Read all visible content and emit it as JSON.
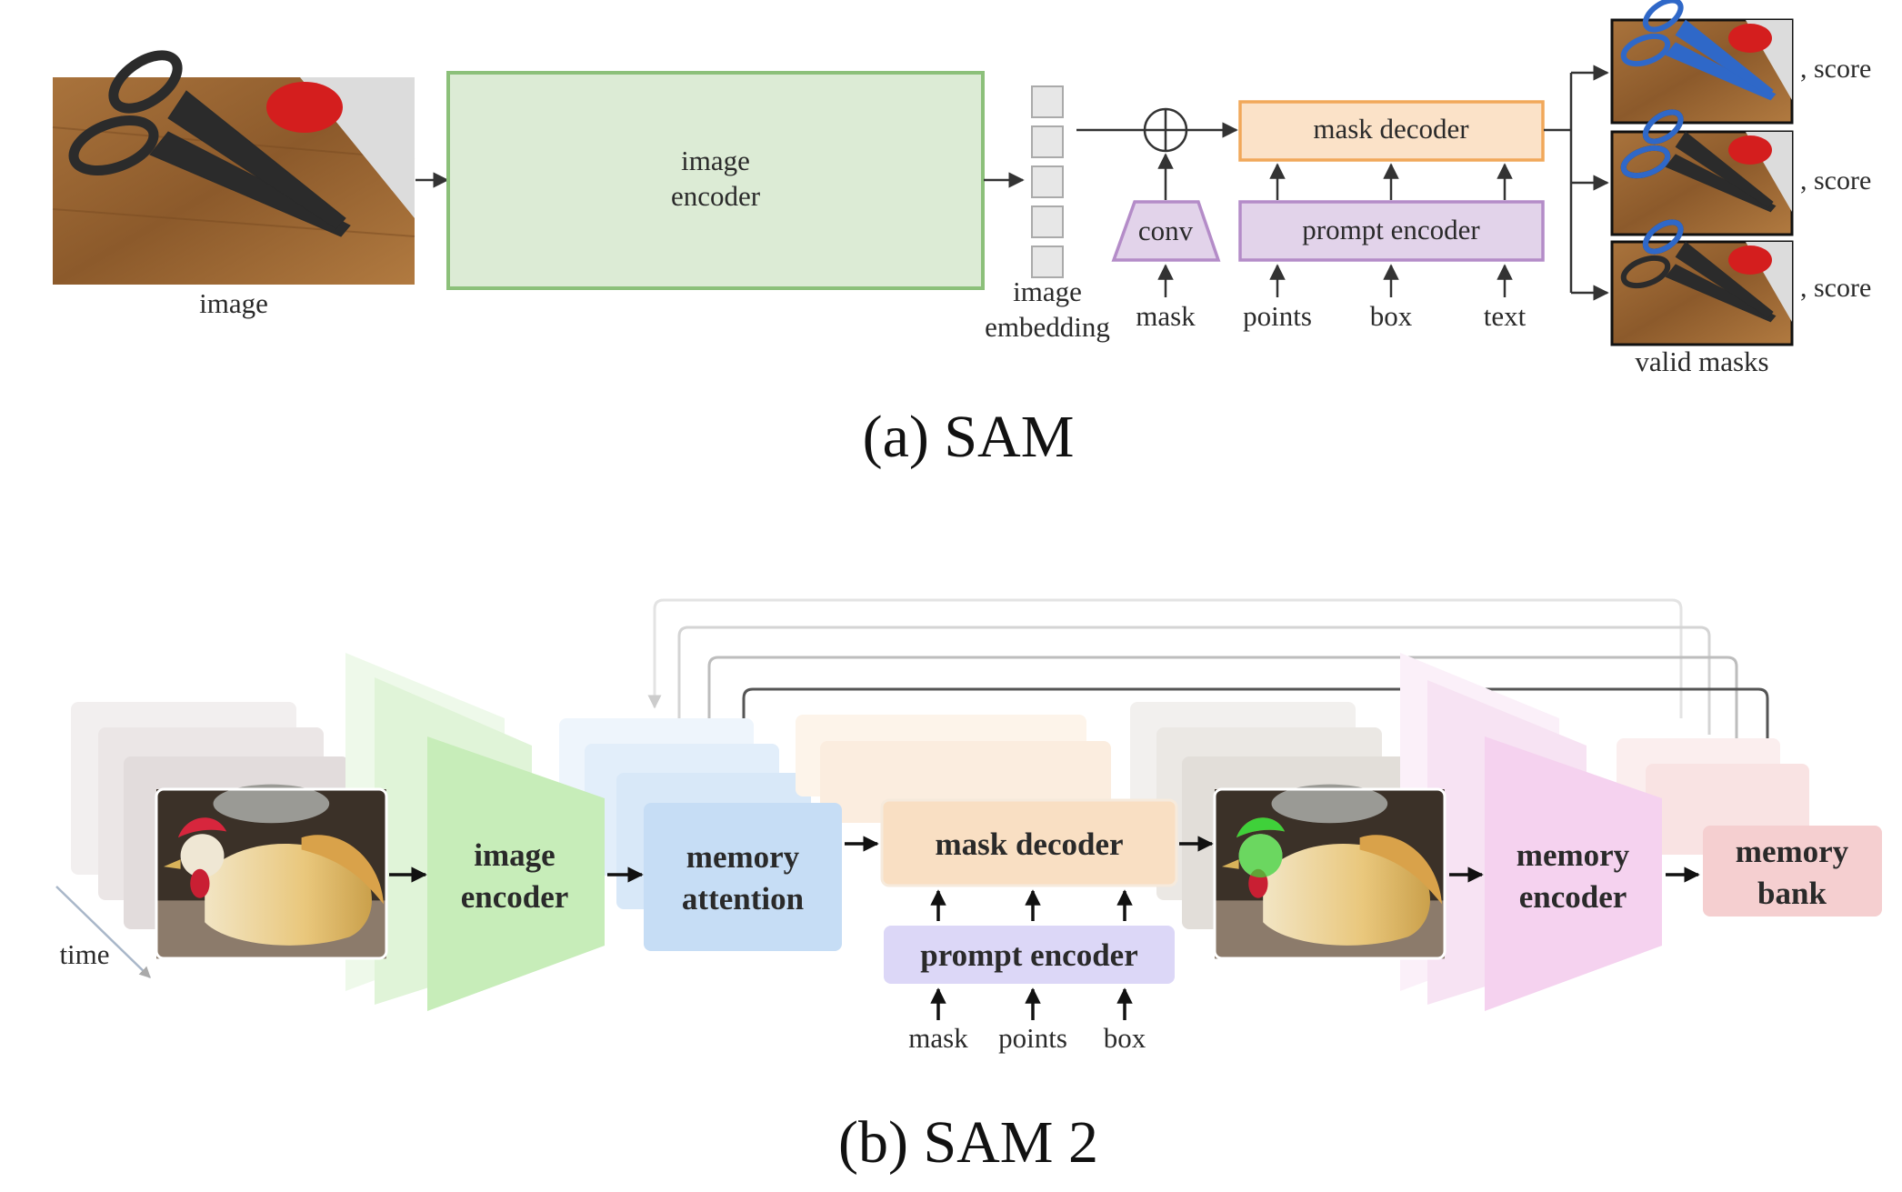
{
  "sam": {
    "caption": "(a) SAM",
    "image_label": "image",
    "image_encoder": [
      "image",
      "encoder"
    ],
    "embedding_label": [
      "image",
      "embedding"
    ],
    "conv": "conv",
    "mask_decoder": "mask decoder",
    "prompt_encoder": "prompt encoder",
    "inputs": {
      "mask": "mask",
      "points": "points",
      "box": "box",
      "text": "text"
    },
    "score": ", score",
    "valid_masks": "valid masks"
  },
  "sam2": {
    "caption": "(b) SAM 2",
    "time": "time",
    "image_encoder": [
      "image",
      "encoder"
    ],
    "memory_attention": [
      "memory",
      "attention"
    ],
    "mask_decoder": "mask decoder",
    "prompt_encoder": "prompt encoder",
    "inputs": {
      "mask": "mask",
      "points": "points",
      "box": "box"
    },
    "memory_encoder": [
      "memory",
      "encoder"
    ],
    "memory_bank": [
      "memory",
      "bank"
    ]
  },
  "colors": {
    "image_encoder_fill": "#dcebd5",
    "image_encoder_stroke": "#8cc07a",
    "conv_fill": "#e2d3ea",
    "prompt_fill": "#e2d3ea",
    "prompt_stroke": "#b48cc8",
    "mask_decoder_fill": "#fbe2c8",
    "mask_decoder_stroke": "#f1a85a",
    "sam2_green": "#c7edb9",
    "sam2_blue": "#c6ddf5",
    "sam2_peach": "#f9dfc3",
    "sam2_lavender": "#dcd7f7",
    "sam2_pink": "#f5d2ef",
    "sam2_rose": "#f5cfd0",
    "mask_blue": "#2f68c8",
    "rooster_mask_green": "#3fd13a"
  },
  "icons": [
    "plus-circle-icon",
    "arrow-icon",
    "clock-arrow-icon"
  ]
}
